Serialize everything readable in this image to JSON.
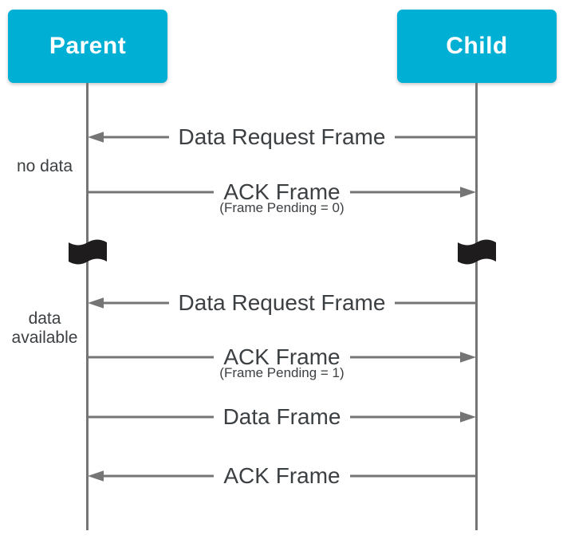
{
  "diagram": {
    "actors": {
      "parent": {
        "label": "Parent"
      },
      "child": {
        "label": "Child"
      }
    },
    "messages": [
      {
        "label": "Data Request Frame",
        "sublabel": "",
        "direction": "left",
        "from": "Child",
        "to": "Parent"
      },
      {
        "label": "ACK Frame",
        "sublabel": "(Frame Pending = 0)",
        "direction": "right",
        "from": "Parent",
        "to": "Child"
      },
      {
        "label": "Data Request Frame",
        "sublabel": "",
        "direction": "left",
        "from": "Child",
        "to": "Parent"
      },
      {
        "label": "ACK Frame",
        "sublabel": "(Frame Pending = 1)",
        "direction": "right",
        "from": "Parent",
        "to": "Child"
      },
      {
        "label": "Data Frame",
        "sublabel": "",
        "direction": "right",
        "from": "Parent",
        "to": "Child"
      },
      {
        "label": "ACK Frame",
        "sublabel": "",
        "direction": "left",
        "from": "Child",
        "to": "Parent"
      }
    ],
    "side_notes": {
      "no_data": "no data",
      "data_available_line1": "data",
      "data_available_line2": "available"
    },
    "icons": {
      "flag": "waving-flag-icon"
    },
    "colors": {
      "actor_bg": "#00AFD4",
      "actor_text": "#ffffff",
      "line": "#757575",
      "text": "#3C4043",
      "flag": "#1F1C1D"
    }
  }
}
